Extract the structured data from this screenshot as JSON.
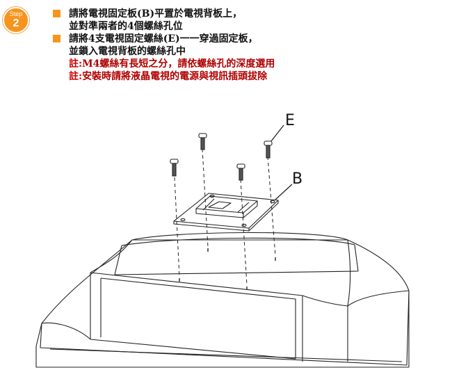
{
  "step": {
    "word": "Step",
    "number": "2"
  },
  "instructions": [
    {
      "type": "bullet",
      "text": "請將電視固定板(B)平置於電視背板上，"
    },
    {
      "type": "cont",
      "text": "並對準兩者的4個螺絲孔位"
    },
    {
      "type": "bullet",
      "text": "請將4支電視固定螺絲(E)一一穿過固定板，"
    },
    {
      "type": "cont",
      "text": "並鎖入電視背板的螺絲孔中"
    },
    {
      "type": "note",
      "label": "註:",
      "text": "M4螺絲有長短之分，請依螺絲孔的深度選用"
    },
    {
      "type": "note",
      "label": "註:",
      "text": "安裝時請將液晶電視的電源與視訊插頭拔除"
    }
  ],
  "callouts": {
    "screw_label": "E",
    "plate_label": "B"
  },
  "colors": {
    "accent": "#f7941d",
    "note_red": "#d00000",
    "line_art": "#222222"
  }
}
